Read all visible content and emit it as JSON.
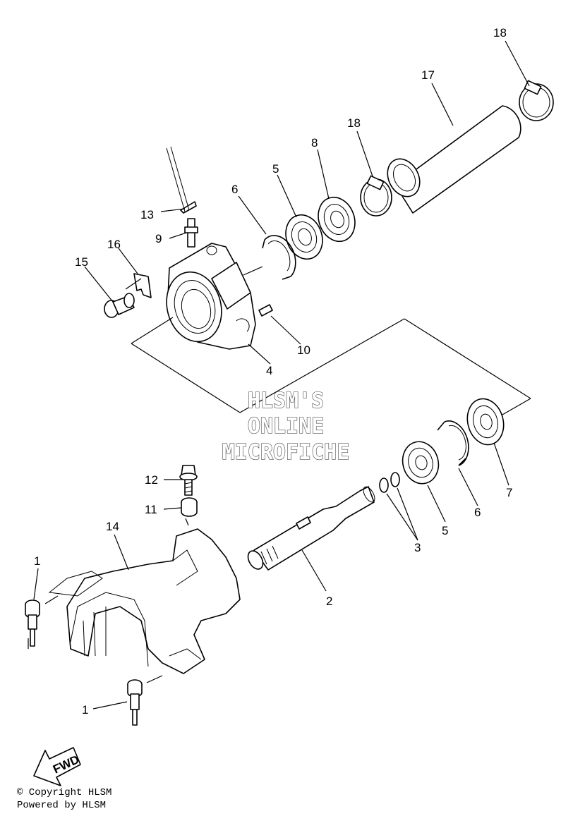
{
  "watermark": {
    "line1": "HLSM'S",
    "line2": "ONLINE",
    "line3": "MICROFICHE"
  },
  "arrow_label": "FWD",
  "footer": {
    "copyright": "© Copyright HLSM",
    "powered": "Powered by HLSM"
  },
  "callouts": {
    "c18a": "18",
    "c17": "17",
    "c18b": "18",
    "c8": "8",
    "c5a": "5",
    "c6a": "6",
    "c13": "13",
    "c9": "9",
    "c16": "16",
    "c15": "15",
    "c10": "10",
    "c4": "4",
    "c12": "12",
    "c11": "11",
    "c14": "14",
    "c1a": "1",
    "c1b": "1",
    "c2": "2",
    "c3": "3",
    "c5b": "5",
    "c6b": "6",
    "c7": "7"
  },
  "colors": {
    "ink": "#000000",
    "paper": "#ffffff",
    "watermark_outline": "#555555"
  }
}
